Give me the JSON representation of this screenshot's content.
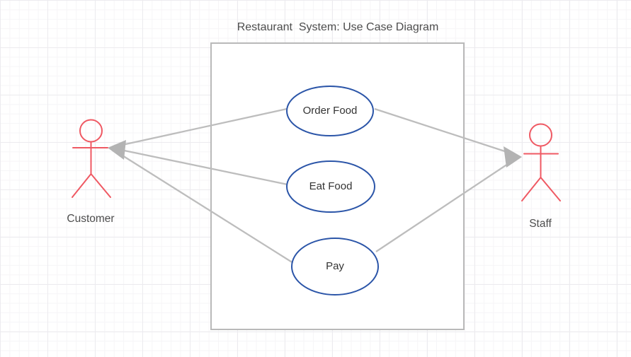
{
  "diagram": {
    "title": "Restaurant  System: Use Case Diagram",
    "use_cases": [
      {
        "label": "Order Food"
      },
      {
        "label": "Eat Food"
      },
      {
        "label": "Pay"
      }
    ],
    "actors": [
      {
        "label": "Customer"
      },
      {
        "label": "Staff"
      }
    ],
    "connections": [
      {
        "from": "Order Food",
        "to": "Customer"
      },
      {
        "from": "Eat Food",
        "to": "Customer"
      },
      {
        "from": "Pay",
        "to": "Customer"
      },
      {
        "from": "Order Food",
        "to": "Staff"
      },
      {
        "from": "Pay",
        "to": "Staff"
      }
    ]
  },
  "colors": {
    "usecase_stroke": "#2b55a8",
    "usecase_fill": "#ffffff",
    "actor": "#ef5963",
    "connector": "#bdbdbd",
    "arrowhead": "#b3b3b3",
    "boundary_stroke": "#b9b9b9",
    "boundary_fill": "#ffffff",
    "label_text": "#4d4d4d"
  }
}
